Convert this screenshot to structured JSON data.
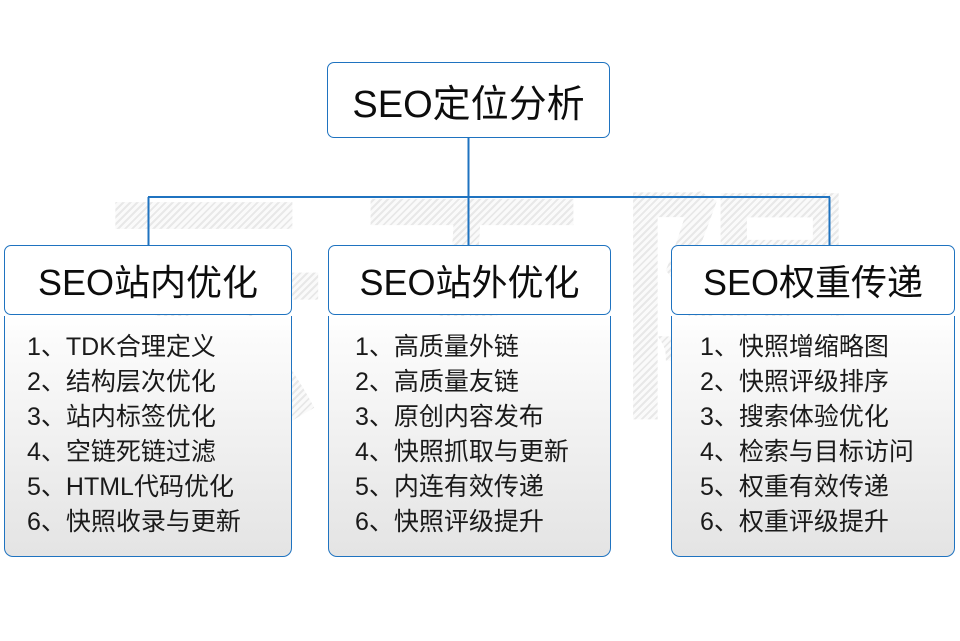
{
  "root": {
    "label": "SEO定位分析"
  },
  "watermark": {
    "text": "云无限"
  },
  "theme": {
    "border_color": "#1f73c0",
    "text_color": "#0d0d0d",
    "box_fill": "#ffffff",
    "list_fill_top": "#ffffff",
    "list_fill_bottom": "#e4e4e4"
  },
  "columns": [
    {
      "header": "SEO站内优化",
      "items": [
        {
          "num": "1、",
          "text": "TDK合理定义"
        },
        {
          "num": "2、",
          "text": "结构层次优化"
        },
        {
          "num": "3、",
          "text": "站内标签优化"
        },
        {
          "num": "4、",
          "text": "空链死链过滤"
        },
        {
          "num": "5、",
          "text": "HTML代码优化"
        },
        {
          "num": "6、",
          "text": "快照收录与更新"
        }
      ]
    },
    {
      "header": "SEO站外优化",
      "items": [
        {
          "num": "1、",
          "text": "高质量外链"
        },
        {
          "num": "2、",
          "text": "高质量友链"
        },
        {
          "num": "3、",
          "text": "原创内容发布"
        },
        {
          "num": "4、",
          "text": "快照抓取与更新"
        },
        {
          "num": "5、",
          "text": "内连有效传递"
        },
        {
          "num": "6、",
          "text": "快照评级提升"
        }
      ]
    },
    {
      "header": "SEO权重传递",
      "items": [
        {
          "num": "1、",
          "text": "快照增缩略图"
        },
        {
          "num": "2、",
          "text": "快照评级排序"
        },
        {
          "num": "3、",
          "text": "搜索体验优化"
        },
        {
          "num": "4、",
          "text": "检索与目标访问"
        },
        {
          "num": "5、",
          "text": "权重有效传递"
        },
        {
          "num": "6、",
          "text": "权重评级提升"
        }
      ]
    }
  ]
}
